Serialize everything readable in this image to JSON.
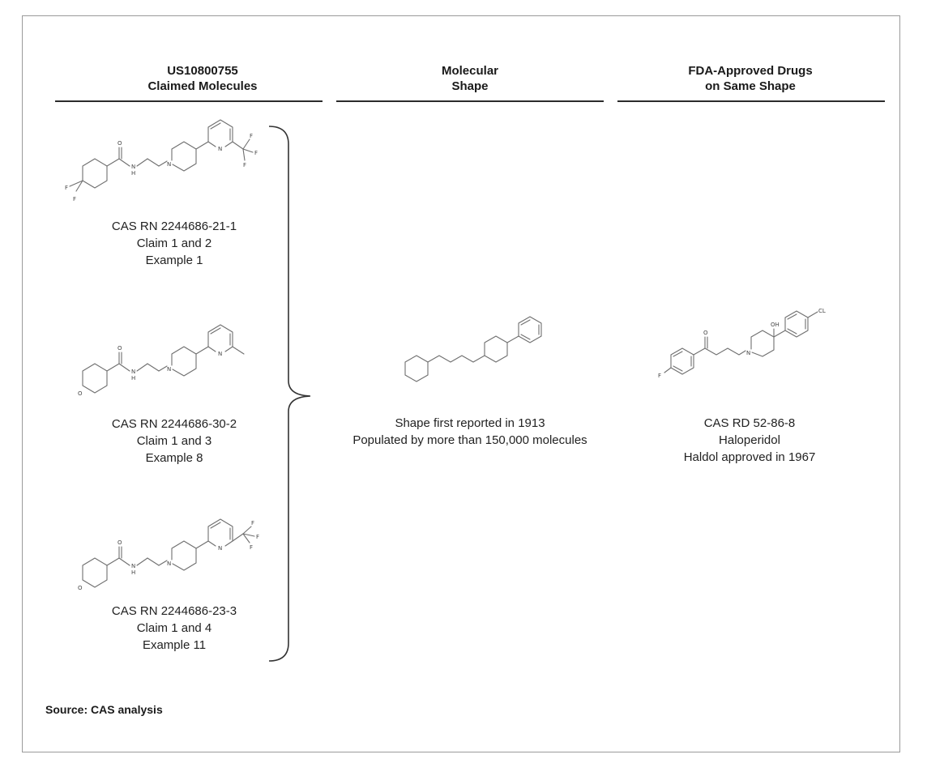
{
  "columns": [
    {
      "title_line1": "US10800755",
      "title_line2": "Claimed Molecules"
    },
    {
      "title_line1": "Molecular",
      "title_line2": "Shape"
    },
    {
      "title_line1": "FDA-Approved Drugs",
      "title_line2": "on Same Shape"
    }
  ],
  "claimed_molecules": [
    {
      "cas": "CAS RN 2244686-21-1",
      "claim": "Claim 1 and 2",
      "example": "Example 1",
      "atoms": {
        "o": "O",
        "nh": "N",
        "h": "H",
        "n_pip": "N",
        "n_pyr": "N",
        "f1": "F",
        "f2": "F",
        "cf1": "F",
        "cf2": "F",
        "cf3": "F"
      }
    },
    {
      "cas": "CAS RN 2244686-30-2",
      "claim": "Claim 1 and 3",
      "example": "Example 8",
      "atoms": {
        "o": "O",
        "nh": "N",
        "h": "H",
        "n_pip": "N",
        "n_pyr": "N",
        "ring_o": "O"
      }
    },
    {
      "cas": "CAS RN 2244686-23-3",
      "claim": "Claim 1 and 4",
      "example": "Example 11",
      "atoms": {
        "o": "O",
        "nh": "N",
        "h": "H",
        "n_pip": "N",
        "n_pyr": "N",
        "ring_o": "O",
        "cf1": "F",
        "cf2": "F",
        "cf3": "F"
      }
    }
  ],
  "shape": {
    "line1": "Shape first reported in 1913",
    "line2": "Populated by more than 150,000 molecules"
  },
  "fda_drug": {
    "cas": "CAS RD 52-86-8",
    "name": "Haloperidol",
    "approval": "Haldol approved in 1967",
    "atoms": {
      "o": "O",
      "f": "F",
      "n": "N",
      "oh": "OH",
      "cl": "CL"
    }
  },
  "source": "Source: CAS analysis"
}
